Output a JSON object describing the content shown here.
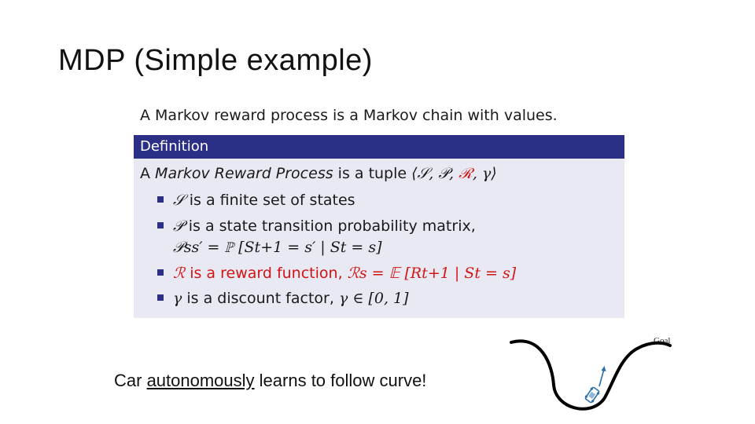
{
  "slide": {
    "title": "MDP (Simple example)",
    "intro": "A Markov reward process is a Markov chain with values."
  },
  "definition": {
    "header": "Definition",
    "tuple_prefix": "A ",
    "tuple_term": "Markov Reward Process",
    "tuple_mid": " is a tuple ",
    "tuple_open": "⟨𝒮, 𝒫, ",
    "tuple_r": "ℛ",
    "tuple_close": ", γ⟩",
    "items": [
      {
        "sym": "𝒮",
        "text": " is a finite set of states"
      },
      {
        "sym": "𝒫",
        "text": " is a state transition probability matrix,"
      },
      {
        "formula": "𝒫ss′ = ℙ [St+1 = s′ | St = s]"
      },
      {
        "sym": "ℛ",
        "text": " is a reward function, ",
        "formula": "ℛs = 𝔼 [Rt+1 | St = s]"
      },
      {
        "sym": "γ",
        "text": " is a discount factor, ",
        "formula": "γ ∈ [0, 1]"
      }
    ]
  },
  "caption": {
    "before": "Car ",
    "underlined": "autonomously",
    "after": " learns to follow curve!"
  },
  "figure": {
    "goal_label": "Goal",
    "curve_icon": "curve-road-icon",
    "car_icon": "car-icon"
  }
}
